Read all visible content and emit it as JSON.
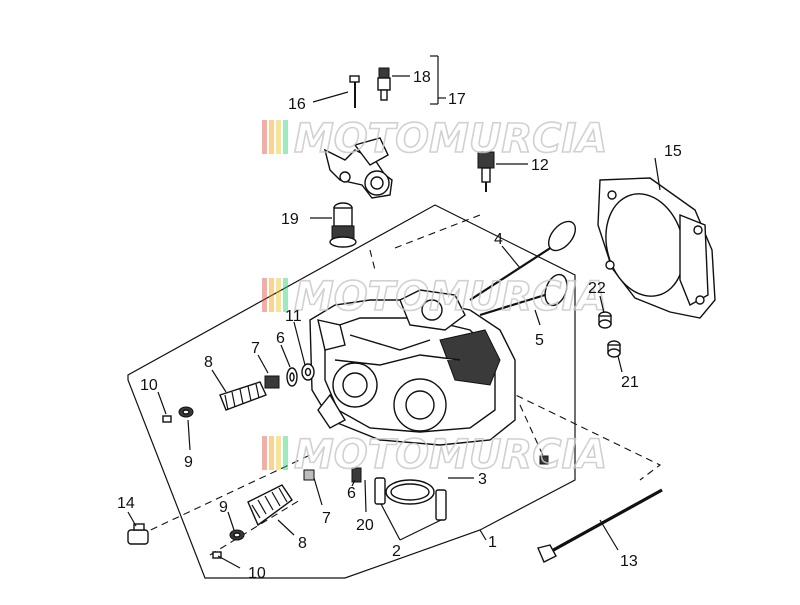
{
  "watermark": {
    "text": "MOTOMURCIA",
    "stripe_colors": [
      "#e74c3c",
      "#f39c12",
      "#f1c40f",
      "#2ecc71"
    ]
  },
  "callouts": {
    "c1": "1",
    "c2": "2",
    "c3": "3",
    "c4": "4",
    "c5": "5",
    "c6a": "6",
    "c6b": "6",
    "c7a": "7",
    "c7b": "7",
    "c8a": "8",
    "c8b": "8",
    "c9a": "9",
    "c9b": "9",
    "c10a": "10",
    "c10b": "10",
    "c11": "11",
    "c12": "12",
    "c13": "13",
    "c14": "14",
    "c15": "15",
    "c16": "16",
    "c17": "17",
    "c18": "18",
    "c19": "19",
    "c20": "20",
    "c21": "21",
    "c22": "22"
  }
}
